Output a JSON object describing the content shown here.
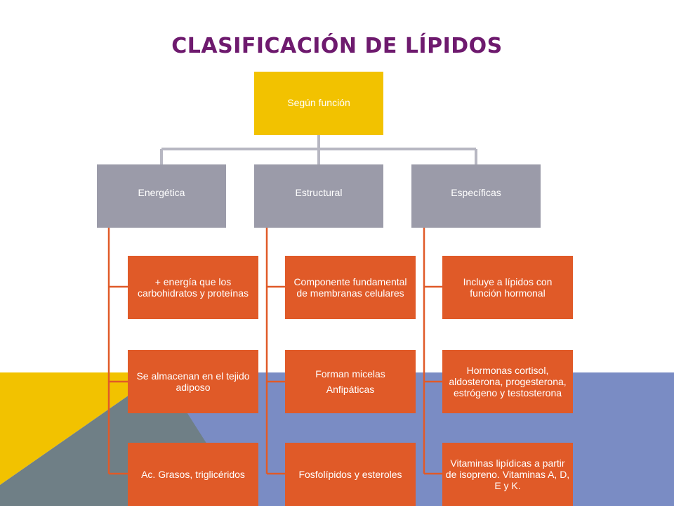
{
  "title": "CLASIFICACIÓN  DE LÍPIDOS",
  "colors": {
    "title": "#6e1a6e",
    "root": "#f2c200",
    "category": "#9b9ba9",
    "leaf": "#e05a28",
    "bg_yellow": "#f2c200",
    "bg_blue": "#7a8cc4",
    "bg_gray": "#6f7f86"
  },
  "diagram": {
    "root": "Según función",
    "categories": [
      {
        "label": "Energética",
        "items": [
          "+ energía que los carbohidratos y proteínas",
          "Se almacenan en el tejido adiposo",
          "Ac. Grasos, triglicéridos"
        ]
      },
      {
        "label": "Estructural",
        "items": [
          "Componente fundamental de membranas celulares",
          "Forman micelas",
          "Fosfolípidos y esteroles"
        ],
        "item2_extra": "Anfipáticas"
      },
      {
        "label": "Específicas",
        "items": [
          "Incluye a lípidos con función hormonal",
          "Hormonas cortisol, aldosterona, progesterona, estrógeno y testosterona",
          "Vitaminas lipídicas a partir de isopreno. Vitaminas A, D, E y K."
        ]
      }
    ]
  }
}
